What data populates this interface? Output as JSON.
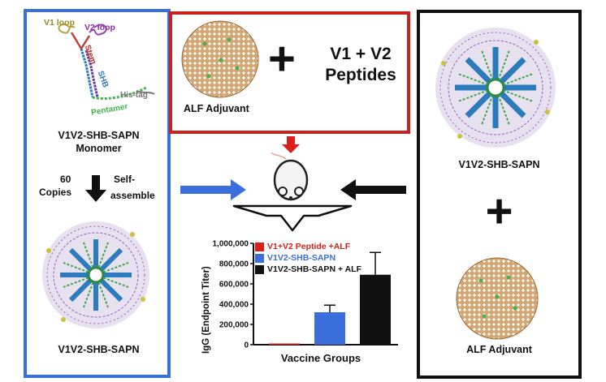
{
  "left_panel": {
    "loop_v1": "V1 loop",
    "loop_v2": "V2 loop",
    "stem": "Stem",
    "shb": "SHB",
    "his_tag": "His-tag",
    "pentamer": "Pentamer",
    "monomer_title_1": "V1V2-SHB-SAPN",
    "monomer_title_2": "Monomer",
    "copies_1": "60",
    "copies_2": "Copies",
    "self_1": "Self-",
    "self_2": "assemble",
    "bottom_label": "V1V2-SHB-SAPN"
  },
  "top_panel": {
    "plus": "+",
    "peptides_1": "V1 + V2",
    "peptides_2": "Peptides",
    "adjuvant_label": "ALF Adjuvant"
  },
  "right_panel": {
    "top_label": "V1V2-SHB-SAPN",
    "plus": "+",
    "bottom_label": "ALF Adjuvant"
  },
  "colors": {
    "blue": "#3a6fdb",
    "red": "#c8231f",
    "black": "#111111",
    "particle": "#d9a66b",
    "particle_dot": "#4cae4c"
  },
  "chart_data": {
    "type": "bar",
    "categories": [
      "V1+V2 Peptide +ALF",
      "V1V2-SHB-SAPN",
      "V1V2-SHB-SAPN + ALF"
    ],
    "values": [
      0,
      320000,
      690000
    ],
    "errors": [
      0,
      70000,
      220000
    ],
    "colors": [
      "#d8211c",
      "#3a6fdb",
      "#111111"
    ],
    "xlabel": "Vaccine Groups",
    "ylabel": "IgG (Endpoint Titer)",
    "ylim": [
      0,
      1000000
    ],
    "yticks": [
      "0",
      "200,000",
      "400,000",
      "600,000",
      "800,000",
      "1,000,000"
    ],
    "legend": [
      "V1+V2 Peptide +ALF",
      "V1V2-SHB-SAPN",
      "V1V2-SHB-SAPN + ALF"
    ]
  }
}
